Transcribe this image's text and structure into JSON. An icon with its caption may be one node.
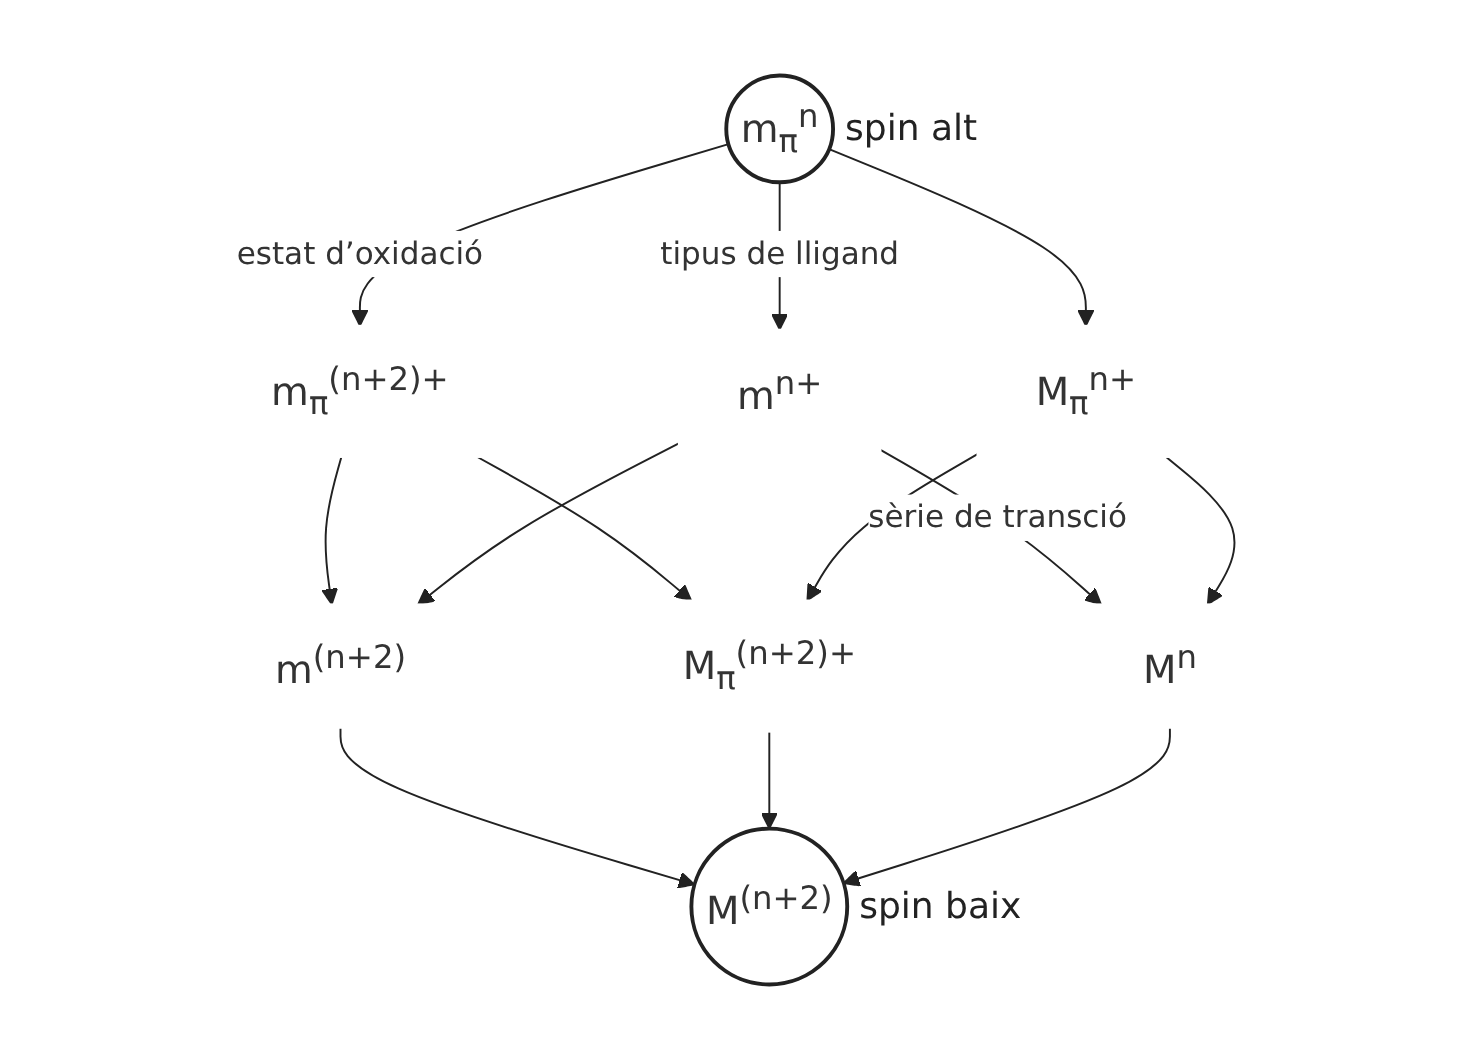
{
  "diagram": {
    "nodes": [
      {
        "text": [
          "m$_{π}$$^{n}$"
        ],
        "beside": [
          "spin alt"
        ]
      },
      {
        "text": [
          "m$_{π}$$^{(n+2)+}$"
        ]
      },
      {
        "text": [
          "m$^{n+}$"
        ]
      },
      {
        "text": [
          "m$^{(n+2)}$"
        ]
      },
      {
        "text": [
          "M$_{π}$$^{n+}$"
        ]
      },
      {
        "text": [
          "M$_{π}$$^{(n+2)+}$"
        ]
      },
      {
        "text": [
          "M$^{n}$"
        ]
      },
      {
        "text": [
          "M$^{(n+2)}$"
        ],
        "beside": [
          "spin baix"
        ]
      }
    ],
    "edges": [
      {
        "from": 0,
        "to": 1,
        "arrow": "to",
        "label": "estat d’oxidació"
      },
      {
        "from": 0,
        "to": 2,
        "arrow": "to",
        "label": "tipus de lligand"
      },
      {
        "from": 0,
        "to": 4,
        "arrow": "to"
      },
      {
        "from": 1,
        "to": 3,
        "arrow": "to"
      },
      {
        "from": 1,
        "to": 5,
        "arrow": "to"
      },
      {
        "from": 2,
        "to": 3,
        "arrow": "to"
      },
      {
        "from": 2,
        "to": 6,
        "arrow": "to",
        "label": "sèrie de transció"
      },
      {
        "from": 3,
        "to": 7,
        "arrow": "to"
      },
      {
        "from": 4,
        "to": 5,
        "arrow": "to"
      },
      {
        "from": 4,
        "to": 6,
        "arrow": "to"
      },
      {
        "from": 5,
        "to": 7,
        "arrow": "to"
      },
      {
        "from": 6,
        "to": 7,
        "arrow": "to"
      }
    ]
  }
}
